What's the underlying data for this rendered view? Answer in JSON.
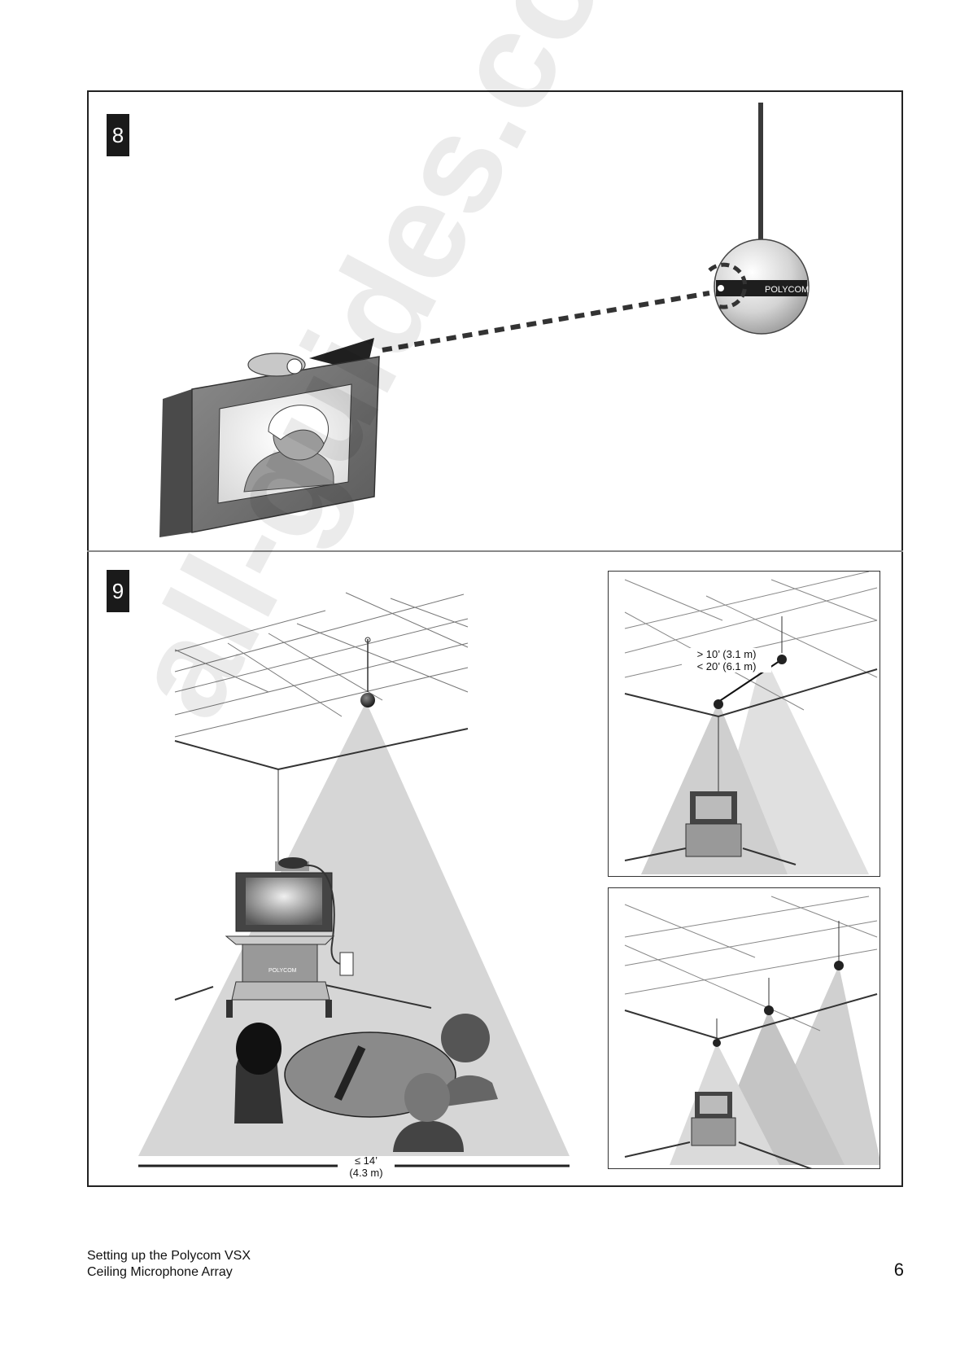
{
  "steps": {
    "step8_number": "8",
    "step9_number": "9"
  },
  "mic_brand_label": "POLYCOM",
  "cart_brand_label": "POLYCOM",
  "distance_labels": {
    "min_spacing": "> 10’ (3.1 m)",
    "max_spacing": "< 20’ (6.1 m)",
    "max_room_depth": "≤ 14’",
    "max_room_depth_metric": "(4.3 m)"
  },
  "watermark": "all-guides.com",
  "footer": {
    "title_line1": "Setting up the Polycom VSX",
    "title_line2": "Ceiling Microphone Array",
    "page_number": "6"
  }
}
